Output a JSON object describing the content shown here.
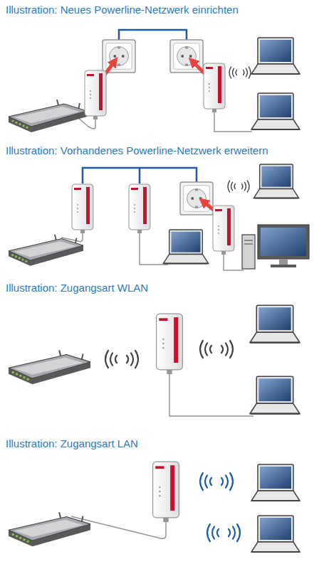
{
  "diagram": {
    "labels": [
      "Illustration: Neues Powerline-Netzwerk einrichten",
      "Illustration: Vorhandenes Powerline-Netzwerk erweitern",
      "Illustration: Zugangsart WLAN",
      "Illustration: Zugangsart LAN"
    ]
  }
}
